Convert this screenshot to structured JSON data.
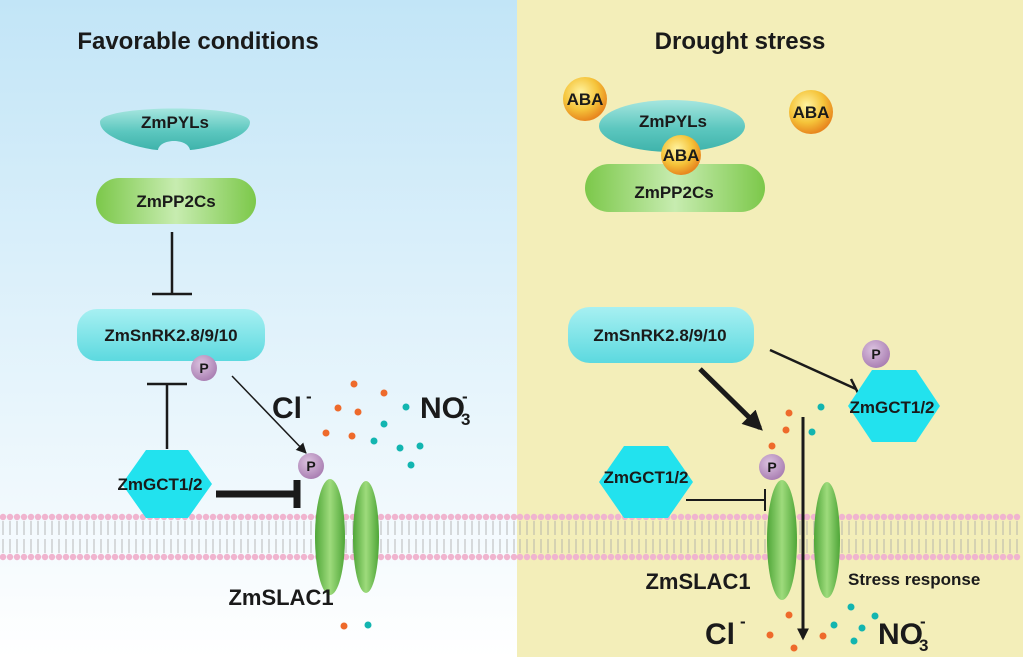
{
  "panels": {
    "left": {
      "title": "Favorable conditions"
    },
    "right": {
      "title": "Drought stress"
    }
  },
  "labels": {
    "pyl": "ZmPYLs",
    "pp2c": "ZmPP2Cs",
    "snrk": "ZmSnRK2.8/9/10",
    "gct": "ZmGCT1/2",
    "slac": "ZmSLAC1",
    "aba": "ABA",
    "phospho": "P",
    "chloride": "Cl",
    "nitrate": "NO",
    "nitrate_sub": "3",
    "ion_charge": "-",
    "stress_response": "Stress response"
  },
  "colors": {
    "left_bg_top": "#c5e6f7",
    "right_bg": "#f3eeb9",
    "pyl": "#5fc8c0",
    "pp2c": "#8ccf5a",
    "snrk": "#6fe0e5",
    "gct": "#1ee3ee",
    "slac": "#6bbf47",
    "aba": "#f0b52a",
    "phospho": "#b88ac0",
    "chloride_dot": "#ee6a2b",
    "nitrate_dot": "#12b5b0",
    "membrane": "#f0b4cf"
  }
}
